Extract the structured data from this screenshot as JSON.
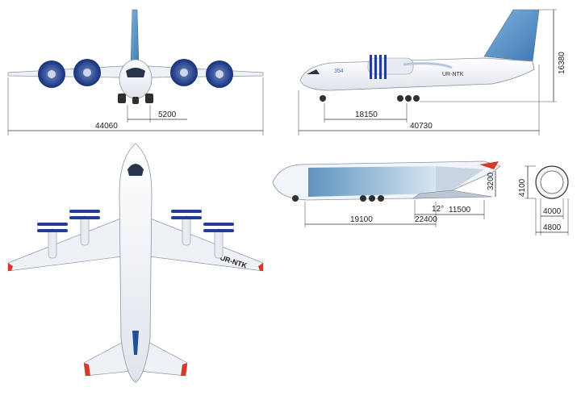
{
  "colors": {
    "fuselage": "#f4f6fa",
    "outline": "#8a93a3",
    "tail_blue": "#5b93c8",
    "prop_blue": "#1f3f8f",
    "cargo_blue": "#9bbfda",
    "red_marking": "#d83a2a"
  },
  "registration": "UR-NTK",
  "tail_number": "354",
  "dimensions": {
    "front_span": "44060",
    "front_track": "5200",
    "side_length": "40730",
    "side_wheelbase": "18150",
    "side_height": "16380",
    "cut_hold_length": "19100",
    "cut_ramp_length": "22400",
    "cut_rear_length": "11500",
    "cut_hold_height": "3200",
    "cut_angle": "12°",
    "section_height": "4100",
    "section_inner_width": "4000",
    "section_outer_width": "4800"
  }
}
